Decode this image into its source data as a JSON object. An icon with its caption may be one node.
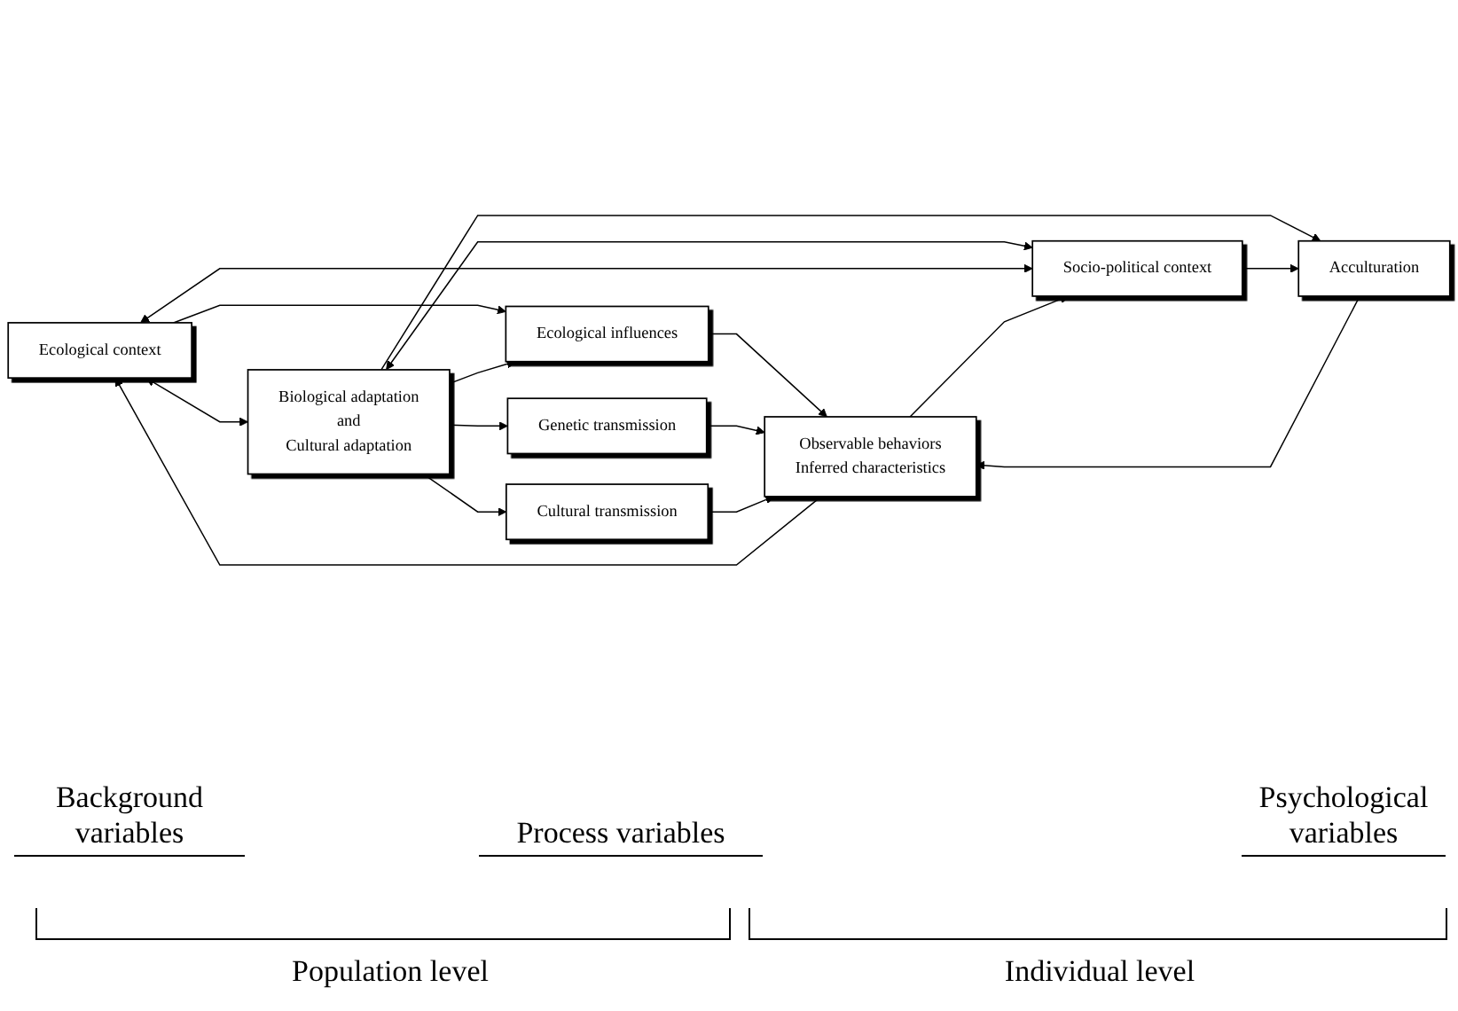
{
  "diagram": {
    "nodes": [
      {
        "text": [
          "Ecological context"
        ]
      },
      {
        "text": [
          "Ecological influences"
        ]
      },
      {
        "text": [
          "Observable behaviors",
          "Inferred characteristics"
        ]
      },
      {
        "text": [
          "Biological adaptation",
          "and",
          "Cultural adaptation"
        ]
      },
      {
        "text": [
          "Genetic transmission"
        ]
      },
      {
        "text": [
          "Cultural transmission"
        ]
      },
      {
        "text": [
          "Socio-political context"
        ]
      },
      {
        "text": [
          "Acculturation"
        ]
      }
    ],
    "edges": [
      {
        "from": 0,
        "to": 1,
        "arrow": "to"
      },
      {
        "from": 0,
        "to": 3,
        "arrow": "both"
      },
      {
        "from": 3,
        "to": 1,
        "arrow": "to"
      },
      {
        "from": 3,
        "to": 4,
        "arrow": "to"
      },
      {
        "from": 3,
        "to": 5,
        "arrow": "to"
      },
      {
        "from": 3,
        "to": 7,
        "arrow": "to"
      },
      {
        "from": 3,
        "to": 6,
        "arrow": "both"
      },
      {
        "from": 6,
        "to": 7,
        "arrow": "to"
      },
      {
        "from": 0,
        "to": 6,
        "arrow": "both"
      },
      {
        "from": 1,
        "to": 2,
        "arrow": "to"
      },
      {
        "from": 4,
        "to": 2,
        "arrow": "to"
      },
      {
        "from": 5,
        "to": 2,
        "arrow": "to"
      },
      {
        "from": 7,
        "to": 2,
        "arrow": "to"
      },
      {
        "from": 2,
        "to": 0,
        "arrow": "to"
      },
      {
        "from": 2,
        "to": 6,
        "arrow": "to"
      }
    ],
    "labels": [
      "Background variables",
      "Process variables",
      "Psychological variables",
      "Population level",
      "Individual level"
    ]
  }
}
